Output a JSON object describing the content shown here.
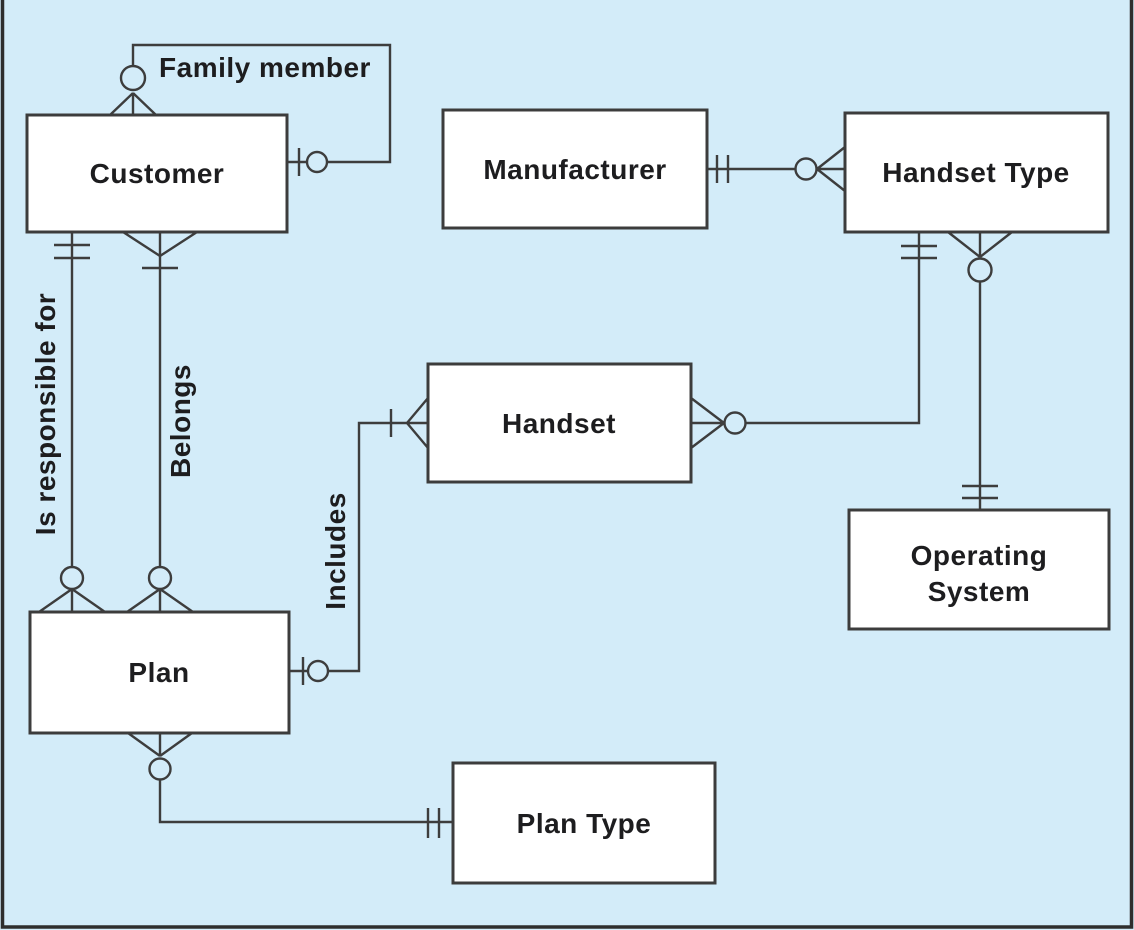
{
  "diagram": {
    "kind": "entity-relationship-diagram",
    "notation": "crows-foot",
    "colors": {
      "panel_background": "#d3ecf9",
      "entity_fill": "#ffffff",
      "line": "#3d3d3d",
      "text": "#1d1d1f",
      "frame": "#2e2e2e"
    },
    "entities": {
      "customer": {
        "label": "Customer"
      },
      "manufacturer": {
        "label": "Manufacturer"
      },
      "handset_type": {
        "label": "Handset Type"
      },
      "handset": {
        "label": "Handset"
      },
      "operating_system": {
        "label_line1": "Operating",
        "label_line2": "System"
      },
      "plan": {
        "label": "Plan"
      },
      "plan_type": {
        "label": "Plan Type"
      }
    },
    "relationships": [
      {
        "label": "Family member",
        "from": "Customer",
        "to": "Customer",
        "from_end": "zero-or-one",
        "to_end": "zero-or-many"
      },
      {
        "label": "Is responsible for",
        "from": "Customer",
        "to": "Plan",
        "from_end": "one-and-only-one",
        "to_end": "zero-or-many"
      },
      {
        "label": "Belongs",
        "from": "Customer",
        "to": "Plan",
        "from_end": "one-or-many",
        "to_end": "zero-or-many"
      },
      {
        "label": "Includes",
        "from": "Plan",
        "to": "Handset",
        "from_end": "zero-or-one",
        "to_end": "one-or-many"
      },
      {
        "label": "",
        "from": "Manufacturer",
        "to": "Handset Type",
        "from_end": "one-and-only-one",
        "to_end": "zero-or-many"
      },
      {
        "label": "",
        "from": "Handset Type",
        "to": "Handset",
        "from_end": "one-and-only-one",
        "to_end": "zero-or-many"
      },
      {
        "label": "",
        "from": "Handset Type",
        "to": "Operating System",
        "from_end": "zero-or-many",
        "to_end": "one-and-only-one"
      },
      {
        "label": "",
        "from": "Plan",
        "to": "Plan Type",
        "from_end": "zero-or-many",
        "to_end": "one-and-only-one"
      }
    ]
  }
}
